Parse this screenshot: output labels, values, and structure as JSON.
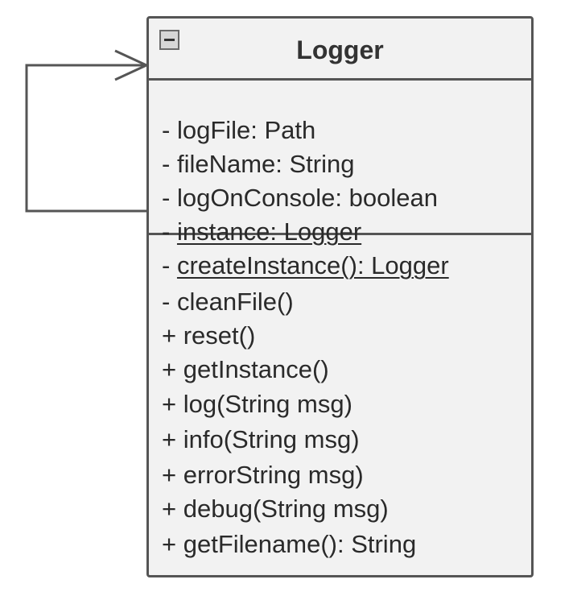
{
  "class_box": {
    "name": "Logger",
    "collapsed": false,
    "attributes": [
      {
        "visibility": "-",
        "text": "logFile: Path",
        "static": false
      },
      {
        "visibility": "-",
        "text": "fileName: String",
        "static": false
      },
      {
        "visibility": "-",
        "text": "logOnConsole: boolean",
        "static": false
      },
      {
        "visibility": "-",
        "text": "instance: Logger",
        "static": true
      }
    ],
    "methods": [
      {
        "visibility": "-",
        "text": "createInstance(): Logger",
        "static": true
      },
      {
        "visibility": "-",
        "text": "cleanFile()",
        "static": false
      },
      {
        "visibility": "+",
        "text": "reset()",
        "static": false
      },
      {
        "visibility": "+",
        "text": "getInstance()",
        "static": false
      },
      {
        "visibility": "+",
        "text": "log(String msg)",
        "static": false
      },
      {
        "visibility": "+",
        "text": "info(String msg)",
        "static": false
      },
      {
        "visibility": "+",
        "text": "errorString msg)",
        "static": false
      },
      {
        "visibility": "+",
        "text": "debug(String msg)",
        "static": false
      },
      {
        "visibility": "+",
        "text": "getFilename(): String",
        "static": false
      }
    ]
  },
  "relationship": {
    "type": "self-association",
    "arrowhead": "open",
    "line_color": "#555555"
  }
}
